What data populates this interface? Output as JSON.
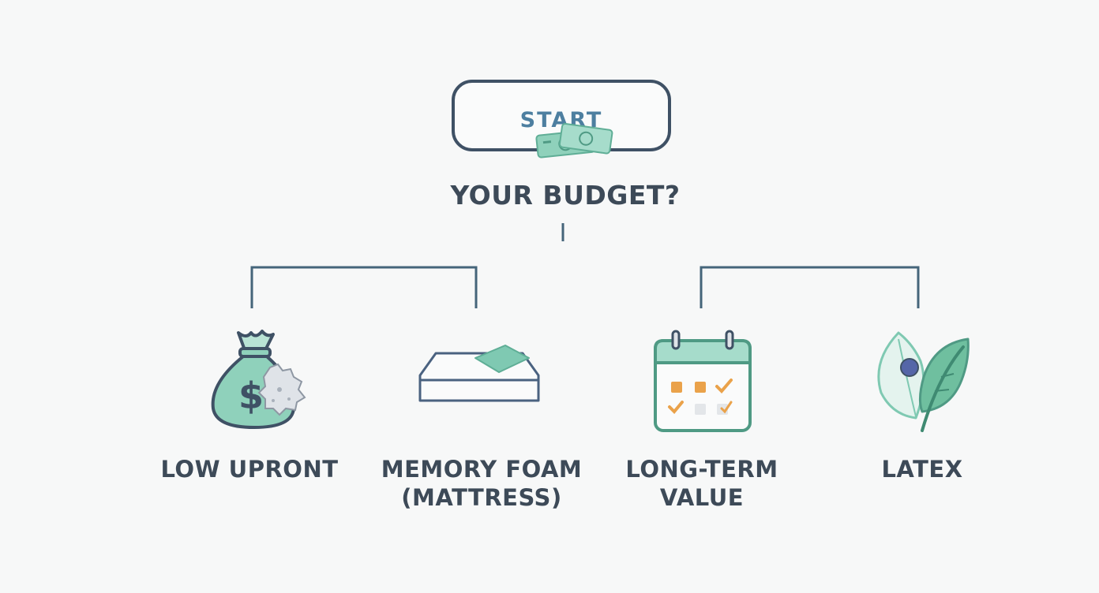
{
  "start": {
    "label": "START"
  },
  "question": {
    "text": "YOUR BUDGET?"
  },
  "options": [
    {
      "label_lines": [
        "LOW UPRONT"
      ],
      "icon": "money-bag-icon"
    },
    {
      "label_lines": [
        "MEMORY FOAM",
        "(MATTRESS)"
      ],
      "icon": "mattress-icon"
    },
    {
      "label_lines": [
        "LONG-TERM",
        "VALUE"
      ],
      "icon": "calendar-icon"
    },
    {
      "label_lines": [
        "LATEX"
      ],
      "icon": "leaf-icon"
    }
  ],
  "colors": {
    "outline": "#3f5165",
    "connector": "#45657a",
    "accent_green": "#8fd1bb",
    "accent_orange": "#eaa24a",
    "text": "#3d4a58"
  }
}
